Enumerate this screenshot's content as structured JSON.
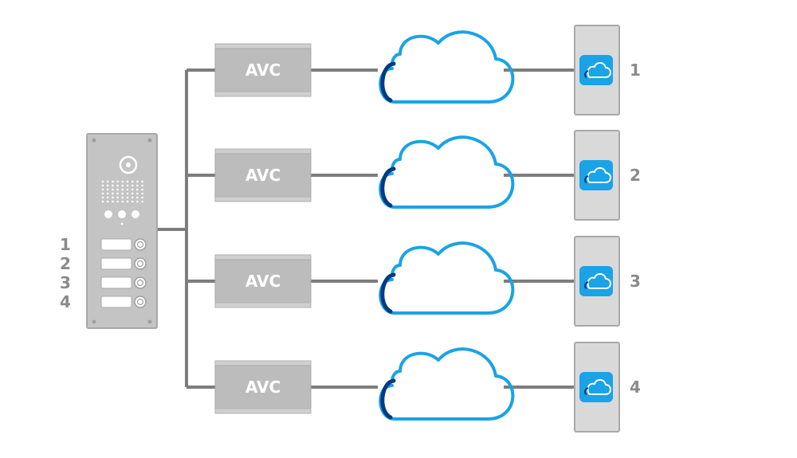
{
  "colors": {
    "line": "#7d7d7d",
    "device_fill": "#bcbcbc",
    "device_stroke": "#a8a8a8",
    "panel_fill": "#c4c4c4",
    "cloud_blue": "#1aa3e6",
    "cloud_dark": "#003a80",
    "phone_fill": "#d9d9d9",
    "app_icon": "#1aa3e6",
    "label_gray": "#8a8a8a"
  },
  "door_panel": {
    "icon": "door-station-icon",
    "buttons": [
      {
        "label": "1"
      },
      {
        "label": "2"
      },
      {
        "label": "3"
      },
      {
        "label": "4"
      }
    ]
  },
  "channels": [
    {
      "converter_label": "AVC",
      "cloud_icon": "cloud-icon",
      "phone_icon": "cloud-app-icon",
      "phone_label": "1"
    },
    {
      "converter_label": "AVC",
      "cloud_icon": "cloud-icon",
      "phone_icon": "cloud-app-icon",
      "phone_label": "2"
    },
    {
      "converter_label": "AVC",
      "cloud_icon": "cloud-icon",
      "phone_icon": "cloud-app-icon",
      "phone_label": "3"
    },
    {
      "converter_label": "AVC",
      "cloud_icon": "cloud-icon",
      "phone_icon": "cloud-app-icon",
      "phone_label": "4"
    }
  ]
}
